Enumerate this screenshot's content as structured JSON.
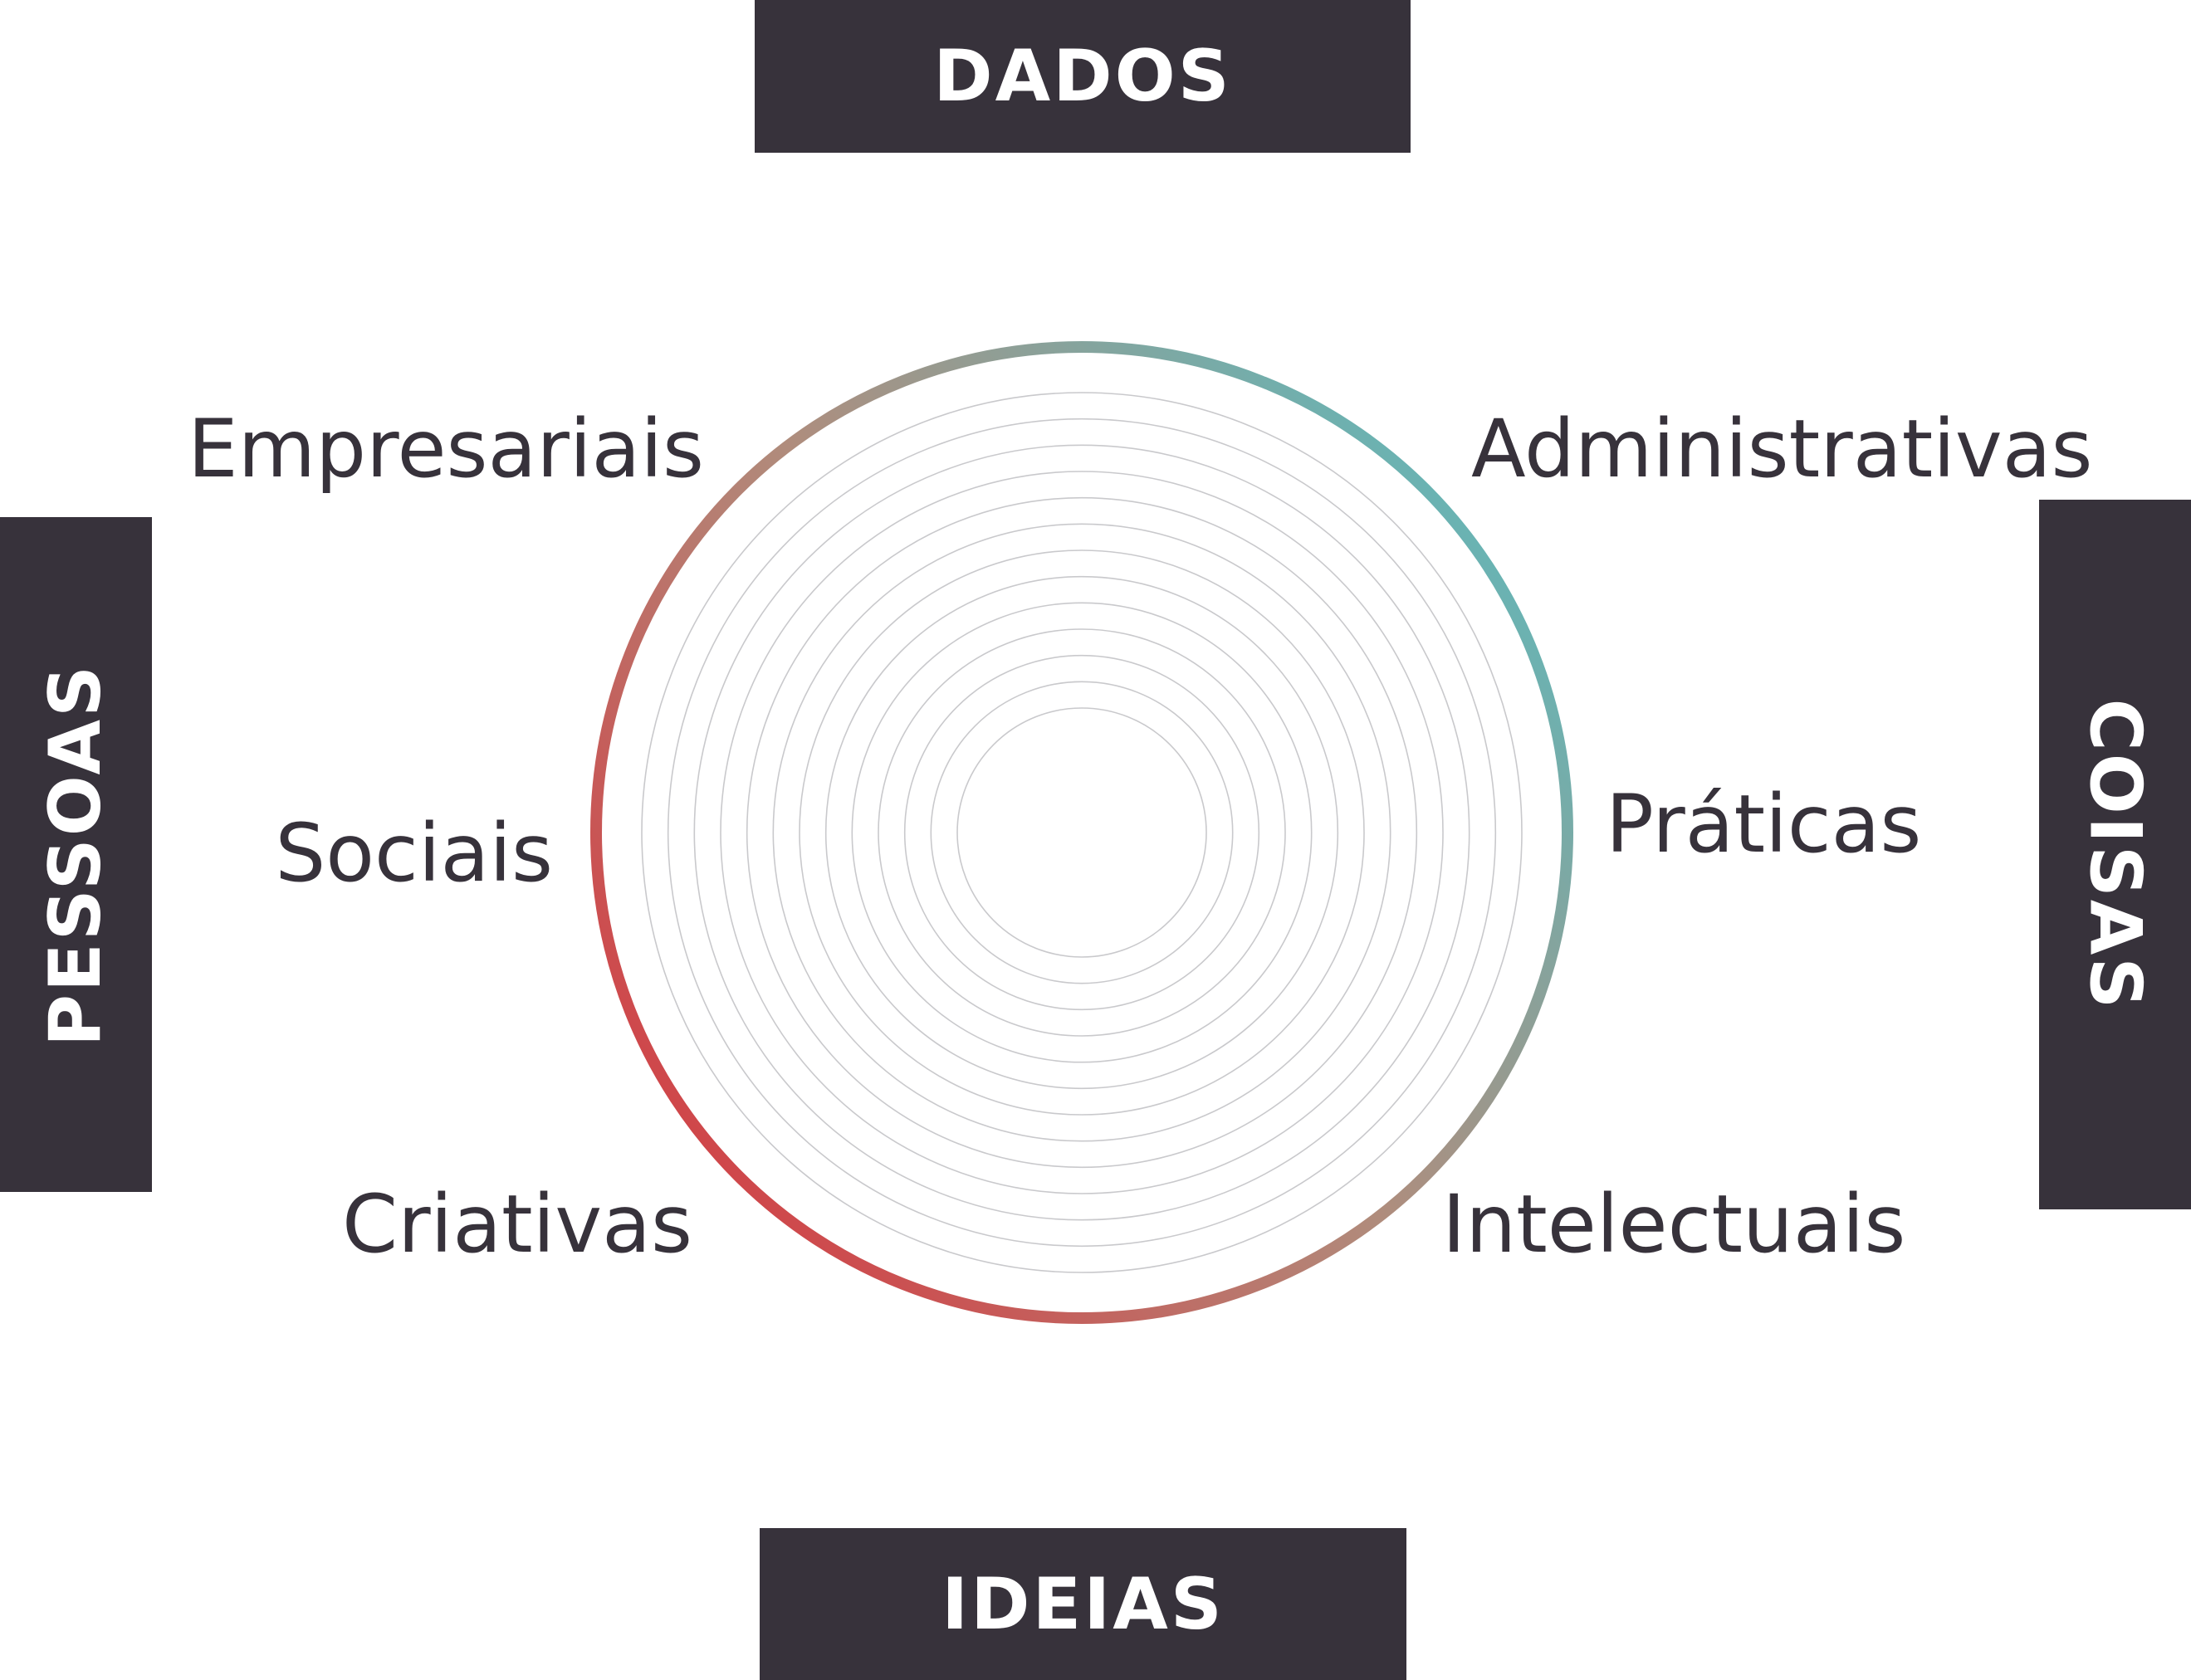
{
  "diagram": {
    "top_box": "DADOS",
    "bottom_box": "IDEIAS",
    "left_box": "PESSOAS",
    "right_box": "COISAS"
  },
  "labels": {
    "empresariais": "Empresariais",
    "sociais": "Sociais",
    "criativas": "Criativas",
    "administrativas": "Administrativas",
    "praticas": "Práticas",
    "intelectuais": "Intelectuais"
  },
  "colors": {
    "box_fill": "#37323b",
    "box_text": "#ffffff",
    "label_text": "#37323b",
    "ring_teal": "#56bec2",
    "ring_red": "#d8333c",
    "inner_rings": "#c9c9cc"
  },
  "rings": {
    "inner_ring_count": 13
  }
}
